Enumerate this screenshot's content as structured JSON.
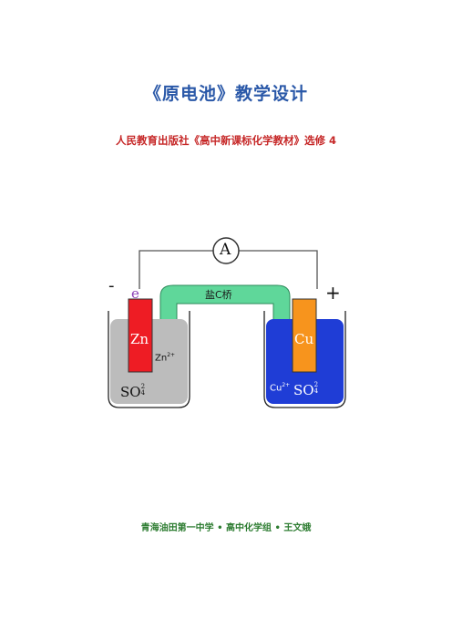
{
  "document": {
    "title": "《原电池》教学设计",
    "subtitle": "人民教育出版社《高中新课标化学教材》选修 4",
    "footer": "青海油田第一中学 • 高中化学组 • 王文娥"
  },
  "diagram": {
    "ammeter_label": "A",
    "negative_sign": "-",
    "positive_sign": "+",
    "electron_label": "e",
    "salt_bridge_label": "盐C桥",
    "left_electrode": "Zn",
    "right_electrode": "Cu",
    "left_ion": "Zn",
    "left_ion_charge": "2+",
    "right_ion": "Cu",
    "right_ion_charge": "2+",
    "sulfate": "SO",
    "sulfate_sub": "4",
    "sulfate_sup": "2",
    "colors": {
      "zinc": "#ee1c24",
      "copper": "#f7941d",
      "left_solution": "#bcbcbc",
      "right_solution": "#1f3dd6",
      "salt_bridge": "#5fd79a"
    }
  }
}
